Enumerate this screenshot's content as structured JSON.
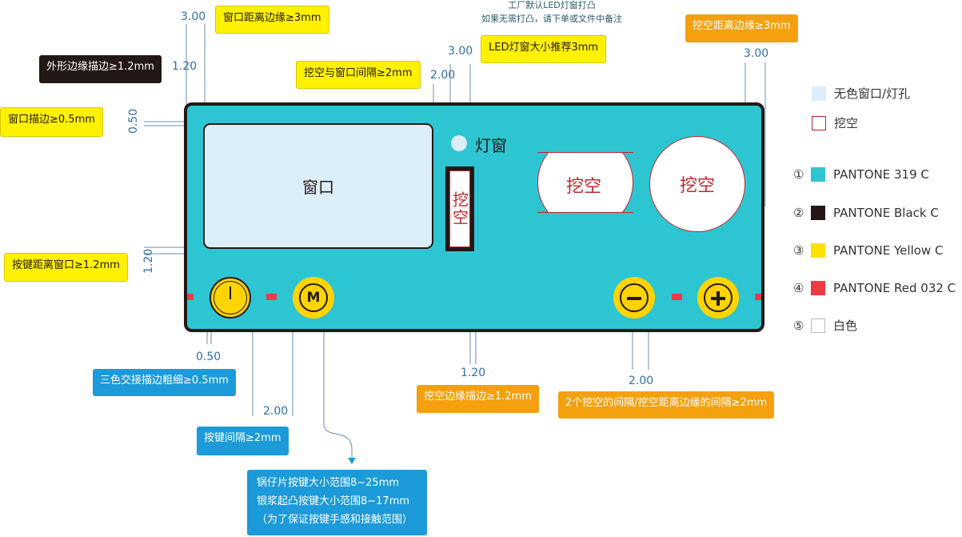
{
  "callouts": {
    "window_margin": "窗口距离边缘≥3mm",
    "outline_stroke": "外形边缘描边≥1.2mm",
    "cutout_window_gap": "挖空与窗口间隔≥2mm",
    "window_stroke": "窗口描边≥0.5mm",
    "key_window_gap": "按键距离窗口≥1.2mm",
    "tricolor_stroke": "三色交接描边粗细≥0.5mm",
    "key_gap": "按键间隔≥2mm",
    "dome_size_line1": "锅仔片按键大小范围8~25mm",
    "dome_size_line2": "银浆起凸按键大小范围8~17mm",
    "dome_size_line3": "（为了保证按键手感和接触范围）",
    "cutout_stroke": "挖空边缘描边≥1.2mm",
    "cutout_gap": "2个挖空的间隔/挖空距离边缘的间隔≥2mm",
    "led_window_size": "LED灯窗大小推荐3mm",
    "cutout_margin": "挖空距离边缘≥3mm"
  },
  "notes": {
    "led_line1": "工厂默认LED灯窗打凸",
    "led_line2": "如果无需打凸，请下单或文件中备注"
  },
  "dimensions": {
    "d_top_left": "3.00",
    "d_outline": "1.20",
    "d_window_stroke": "0.50",
    "d_cutout_gap": "2.00",
    "d_led": "3.00",
    "d_right_margin": "3.00",
    "d_key_window": "1.20",
    "d_tricolor": "0.50",
    "d_key_gap": "2.00",
    "d_cutout_stroke": "1.20",
    "d_cutout_cutout": "2.00"
  },
  "panel": {
    "window_label": "窗口",
    "led_label": "灯窗",
    "cutout_label_vertical": "挖空",
    "cutout_left_label": "挖空",
    "cutout_right_label": "挖空",
    "key_m_label": "M"
  },
  "legend": [
    {
      "num": "",
      "label": "无色窗口/灯孔",
      "color": "#dbeefa"
    },
    {
      "num": "",
      "label": "挖空",
      "color": "#ffffff",
      "border": "#c1272d"
    },
    {
      "num": "①",
      "label": "PANTONE 319 C",
      "color": "#2ec5d3"
    },
    {
      "num": "②",
      "label": "PANTONE Black C",
      "color": "#231815"
    },
    {
      "num": "③",
      "label": "PANTONE Yellow C",
      "color": "#ffe100"
    },
    {
      "num": "④",
      "label": "PANTONE Red 032 C",
      "color": "#ee3a43"
    },
    {
      "num": "⑤",
      "label": "白色",
      "color": "#ffffff"
    }
  ],
  "colors": {
    "panel_fill": "#2ec5d3",
    "outline": "#231815",
    "key_yellow": "#ffd400",
    "red_mark": "#ee3a43",
    "window_fill": "#dbeefa",
    "dimension_text": "#2f6fa8"
  }
}
